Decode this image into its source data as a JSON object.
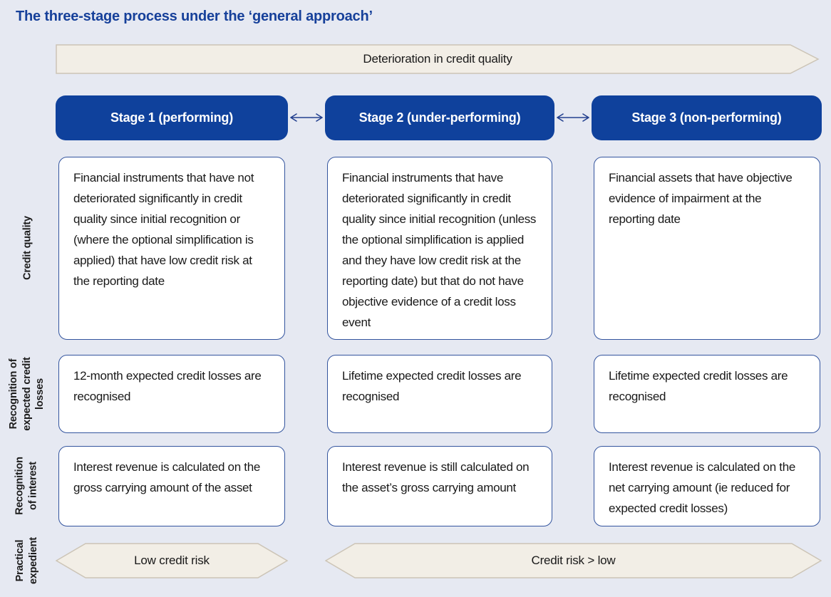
{
  "title": "The three-stage process under the ‘general approach’",
  "banner": {
    "label": "Deterioration in credit quality"
  },
  "stages": [
    {
      "label": "Stage 1 (performing)"
    },
    {
      "label": "Stage 2 (under-performing)"
    },
    {
      "label": "Stage 3 (non-performing)"
    }
  ],
  "rows": [
    {
      "label": "Credit quality",
      "cells": [
        "Financial instruments that have not deteriorated significantly in credit quality since initial recognition or (where the optional simplification is applied) that have low credit risk at the reporting date",
        "Financial instruments that have deteriorated significantly in credit quality since initial recognition (unless the optional simplification is applied and they have low credit risk at the reporting date) but that do not have objective evidence of a credit loss event",
        "Financial assets that have objective evidence of impairment at the reporting date"
      ]
    },
    {
      "label": "Recognition of\nexpected credit\nlosses",
      "cells": [
        "12-month expected credit losses are recognised",
        "Lifetime expected credit losses are recognised",
        "Lifetime expected credit losses are recognised"
      ]
    },
    {
      "label": "Recognition\nof interest",
      "cells": [
        "Interest revenue is calculated on the gross carrying amount of the asset",
        "Interest revenue is still calculated on the asset’s gross carrying amount",
        "Interest revenue is calculated on the net carrying amount (ie reduced for expected credit losses)"
      ]
    }
  ],
  "practical_expedient": {
    "label": "Practical\nexpedient",
    "arrows": [
      {
        "label": "Low credit risk"
      },
      {
        "label": "Credit risk > low"
      }
    ]
  },
  "icons": {
    "stage_links": "double-headed-arrow",
    "banner_shape": "right-pointing-arrow-band",
    "expedient_shape": "bidirectional-arrow-band"
  },
  "colors": {
    "background": "#e6e9f2",
    "stage_header_fill": "#0f419c",
    "stage_header_text": "#ffffff",
    "title_text": "#16409a",
    "box_border": "#33549e",
    "body_text": "#191919",
    "banner_fill": "#f2eee6",
    "banner_border": "#ccc4b6",
    "arrow_line": "#23408f"
  }
}
